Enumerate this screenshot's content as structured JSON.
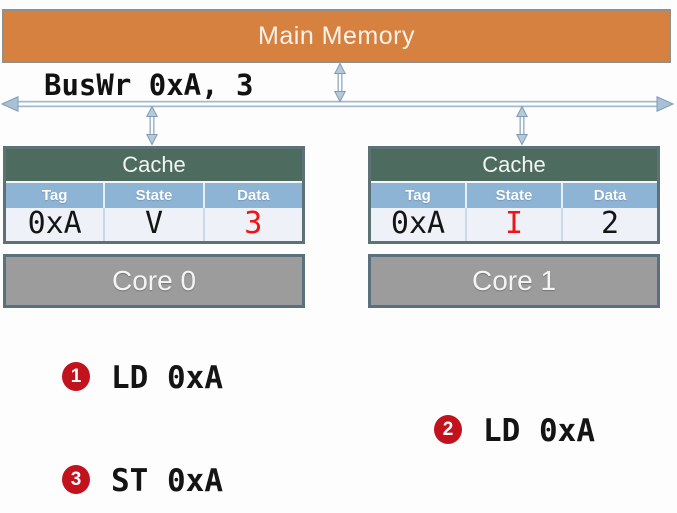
{
  "memory": {
    "label": "Main Memory"
  },
  "bus": {
    "label": "BusWr 0xA, 3"
  },
  "caches": [
    {
      "title": "Cache",
      "columns": [
        "Tag",
        "State",
        "Data"
      ],
      "cells": [
        {
          "value": "0xA",
          "color": "#151515"
        },
        {
          "value": "V",
          "color": "#151515"
        },
        {
          "value": "3",
          "color": "#ee1515"
        }
      ]
    },
    {
      "title": "Cache",
      "columns": [
        "Tag",
        "State",
        "Data"
      ],
      "cells": [
        {
          "value": "0xA",
          "color": "#151515"
        },
        {
          "value": "I",
          "color": "#ee1515"
        },
        {
          "value": "2",
          "color": "#151515"
        }
      ]
    }
  ],
  "cores": [
    {
      "label": "Core 0"
    },
    {
      "label": "Core 1"
    }
  ],
  "operations": [
    {
      "num": "1",
      "label": "LD 0xA"
    },
    {
      "num": "2",
      "label": "LD 0xA"
    },
    {
      "num": "3",
      "label": "ST 0xA"
    }
  ],
  "colors": {
    "memory_fill": "#d6813f",
    "cache_header_fill": "#4e6b5f",
    "table_header_fill": "#8db3d5",
    "core_fill": "#9c9c9c",
    "arrow_stroke": "#a3bacd",
    "highlight_red": "#ee1515",
    "badge_red": "#c2121e"
  }
}
